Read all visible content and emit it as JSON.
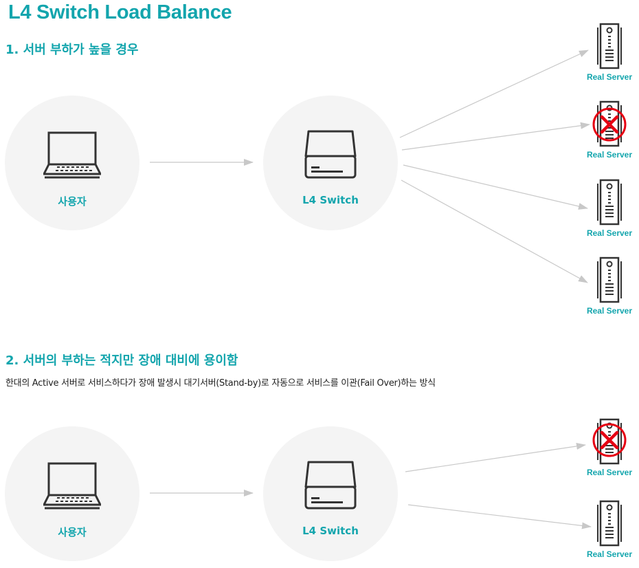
{
  "title": "L4 Switch Load Balance",
  "section1": {
    "heading": "1. 서버 부하가 높을 경우",
    "user_label": "사용자",
    "switch_label": "L4 Switch",
    "servers": [
      {
        "label": "Real Server",
        "failed": false
      },
      {
        "label": "Real Server",
        "failed": true
      },
      {
        "label": "Real Server",
        "failed": false
      },
      {
        "label": "Real Server",
        "failed": false
      }
    ]
  },
  "section2": {
    "heading": "2. 서버의 부하는 적지만 장애 대비에 용이함",
    "description": "한대의  Active 서버로 서비스하다가 장애 발생시 대기서버(Stand-by)로 자동으로 서비스를 이관(Fail Over)하는 방식",
    "user_label": "사용자",
    "switch_label": "L4 Switch",
    "servers": [
      {
        "label": "Real Server",
        "failed": true
      },
      {
        "label": "Real Server",
        "failed": false
      }
    ]
  },
  "colors": {
    "accent": "#13a5ad",
    "circle": "#f4f4f4",
    "icon": "#333333",
    "arrow": "#c8c8c8",
    "fail": "#e60012"
  },
  "icons": {
    "user": "laptop-icon",
    "switch": "switch-device-icon",
    "server": "server-tower-icon",
    "failure": "red-x-icon"
  }
}
